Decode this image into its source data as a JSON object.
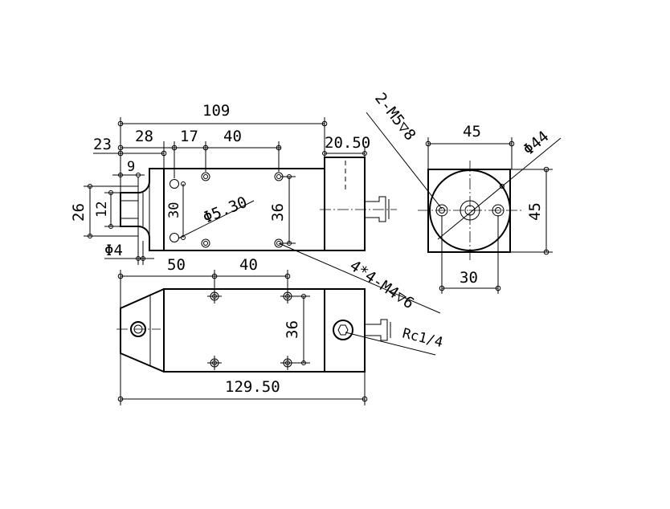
{
  "drawing": {
    "background": "#ffffff",
    "line_color": "#000000",
    "front_view": {
      "overall_width": "109",
      "offset_23": "23",
      "offset_28": "28",
      "spacing_17": "17",
      "spacing_40": "40",
      "offset_9": "9",
      "height_26": "26",
      "height_12": "12",
      "hole_30": "30",
      "diameter_530": "Φ5.30",
      "height_36": "36",
      "diameter_4": "Φ4",
      "side_2050": "20.50",
      "bottom_50": "50",
      "bottom_40": "40",
      "tap_note": "4*4-M4▽6"
    },
    "side_view": {
      "top_45": "45",
      "right_45": "45",
      "bottom_30": "30",
      "diameter_44": "Φ44",
      "tap_note": "2-M5▽8"
    },
    "bottom_view": {
      "height_36": "36",
      "overall_length": "129.50",
      "port_label": "Rc1/4"
    }
  }
}
